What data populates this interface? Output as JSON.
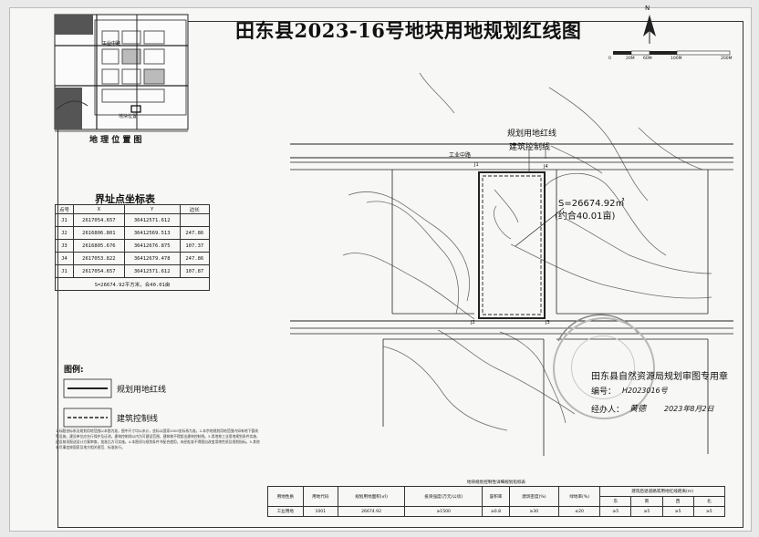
{
  "title": "田东县2023-16号地块用地规划红线图",
  "north_label": "N",
  "scale_bar": {
    "labels": [
      "0",
      "20M",
      "60M",
      "100M",
      "200M"
    ]
  },
  "location_map": {
    "caption": "地 理 位 置 图",
    "labels": [
      "工业中路",
      "地块位置"
    ]
  },
  "map_labels": {
    "planning_line": "规划用地红线",
    "building_line": "建筑控制线",
    "road": "工业中路",
    "area_main": "S=26674.92㎡",
    "area_sub": "(约合40.01亩)",
    "points": [
      "J1",
      "J2",
      "J3",
      "J4"
    ]
  },
  "coord_table": {
    "title": "界址点坐标表",
    "headers": [
      "点号",
      "X",
      "Y",
      "边长"
    ],
    "rows": [
      {
        "point": "J1",
        "x": "2617054.657",
        "y": "36412571.612"
      },
      {
        "point": "J2",
        "x": "2616806.801",
        "y": "36412569.513"
      },
      {
        "point": "J3",
        "x": "2616805.676",
        "y": "36412676.875"
      },
      {
        "point": "J4",
        "x": "2617053.822",
        "y": "36412679.478"
      },
      {
        "point": "J1",
        "x": "2617054.657",
        "y": "36412571.612"
      }
    ],
    "edges": [
      "247.86",
      "107.37",
      "247.86",
      "107.87"
    ],
    "footer": "S=26674.92平方米，合40.01亩"
  },
  "legend": {
    "title": "图例:",
    "items": [
      {
        "label": "规划用地红线",
        "style": "solid"
      },
      {
        "label": "建筑控制线",
        "style": "dashed"
      }
    ]
  },
  "notes": "1.标题坐标系及规划用地范围以本图为准，图中尺寸均以米计，坐标以国家2000坐标系为准。2.本宗地规划用地范围内如有地下管线等设施，建设单位应先行保护及迁改。建筑控制线以内为可建设范围，建筑物不得超出建筑控制线。3.用地按工业用地规划条件实施，建设前须报送设计方案审查，批准后方可实施。4.本图须与规划条件书配合使用，未经批准不得擅自改变用地性质及规划指标。5.其他未尽事宜按国家及地方相关规范、标准执行。",
  "indicator_table": {
    "caption": "地块规划控制性详细规划指标表",
    "headers": [
      "用地性质",
      "用地代码",
      "规划用地面积(㎡)",
      "投资强度(万元/公顷)",
      "容积率",
      "建筑密度(%)",
      "绿地率(%)",
      "建筑后退道路或用地红线距离(m)"
    ],
    "sub_headers": [
      "东",
      "南",
      "西",
      "北"
    ],
    "row": [
      "工业用地",
      "1001",
      "26674.92",
      "≥1500",
      "≥0.8",
      "≥30",
      "≤20",
      "≥5",
      "≥5",
      "≥5",
      "≥5"
    ]
  },
  "stamp": {
    "text": "田东县自然资源局规划审图专用章",
    "number_label": "编号：",
    "number": "H2023016号",
    "handler_label": "经办人：",
    "handler_sig": "黄德",
    "date": "2023年8月2日"
  },
  "colors": {
    "line": "#222222",
    "contour": "#6d6d6d",
    "paper": "#f7f7f5"
  }
}
